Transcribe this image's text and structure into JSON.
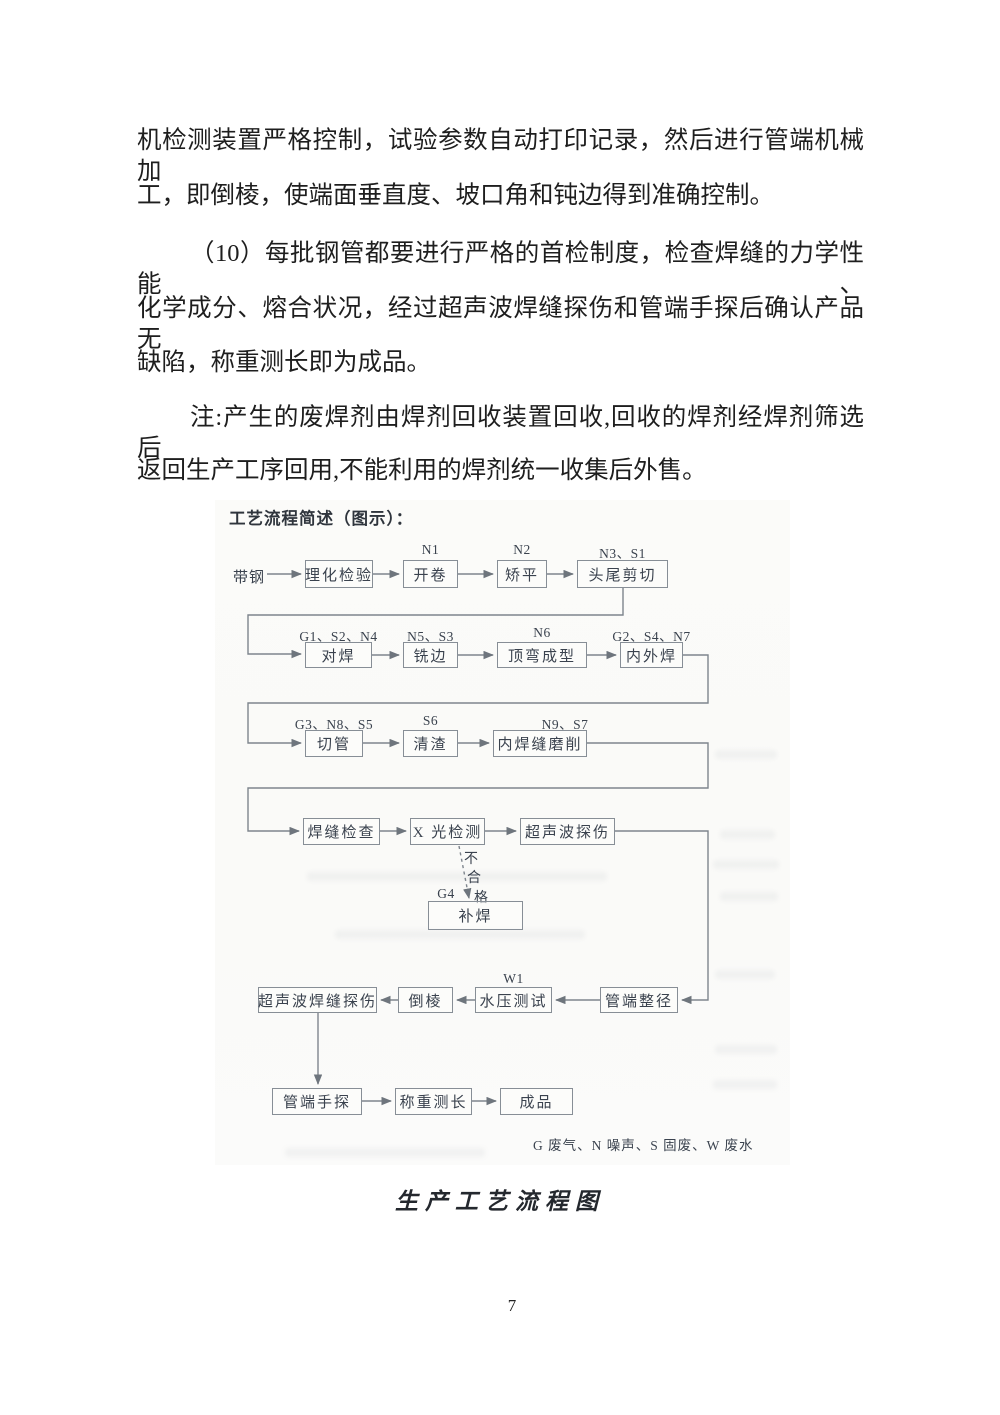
{
  "doc": {
    "lines": [
      "机检测装置严格控制，试验参数自动打印记录，然后进行管端机械加",
      "工，即倒棱，使端面垂直度、坡口角和钝边得到准确控制。",
      "（10）每批钢管都要进行严格的首检制度，检查焊缝的力学性能、",
      "化学成分、熔合状况，经过超声波焊缝探伤和管端手探后确认产品无",
      "缺陷，称重测长即为成品。",
      "注:产生的废焊剂由焊剂回收装置回收,回收的焊剂经焊剂筛选后",
      "返回生产工序回用,不能利用的焊剂统一收集后外售。"
    ],
    "caption": "生产工艺流程图",
    "page_number": "7"
  },
  "flowchart": {
    "title": "工艺流程简述（图示）：",
    "start": "带钢",
    "legend": "G 废气、N 噪声、S 固废、W 废水",
    "fail": {
      "g4": "G4",
      "chars": [
        "不",
        "合",
        "格"
      ]
    },
    "boxes": {
      "lihua": {
        "label": "理化检验",
        "note": ""
      },
      "kaijuan": {
        "label": "开卷",
        "note": "N1"
      },
      "jiaoping": {
        "label": "矫平",
        "note": "N2"
      },
      "touwei": {
        "label": "头尾剪切",
        "note": "N3、S1"
      },
      "duihan": {
        "label": "对焊",
        "note": "G1、S2、N4"
      },
      "xibian": {
        "label": "铣边",
        "note": "N5、S3"
      },
      "dingwan": {
        "label": "顶弯成型",
        "note": "N6"
      },
      "neiwaihan": {
        "label": "内外焊",
        "note": "G2、S4、N7"
      },
      "qieguan": {
        "label": "切管",
        "note": "G3、N8、S5"
      },
      "qingzha": {
        "label": "清渣",
        "note": "S6"
      },
      "neihanfeng": {
        "label": "内焊缝磨削",
        "note": "N9、S7"
      },
      "hanfeng": {
        "label": "焊缝检查",
        "note": ""
      },
      "xguang": {
        "label": "X 光检测",
        "note": ""
      },
      "chaosheng": {
        "label": "超声波探伤",
        "note": ""
      },
      "buhan": {
        "label": "补焊",
        "note": ""
      },
      "csbhfts": {
        "label": "超声波焊缝探伤",
        "note": ""
      },
      "daoleng": {
        "label": "倒棱",
        "note": ""
      },
      "shuiya": {
        "label": "水压测试",
        "note": "W1"
      },
      "zhengjing": {
        "label": "管端整径",
        "note": ""
      },
      "shoutan": {
        "label": "管端手探",
        "note": ""
      },
      "chengzhong": {
        "label": "称重测长",
        "note": ""
      },
      "chengpin": {
        "label": "成品",
        "note": ""
      }
    }
  }
}
